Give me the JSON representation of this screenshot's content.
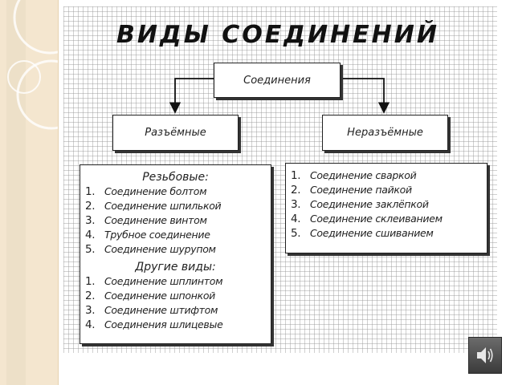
{
  "title": "ВИДЫ СОЕДИНЕНИЙ",
  "root": "Соединения",
  "left": {
    "label": "Разъёмные",
    "sections": [
      {
        "heading": "Резьбовые:",
        "items": [
          {
            "num": "1.",
            "text": "Соединение болтом"
          },
          {
            "num": "2.",
            "text": "Соединение шпилькой"
          },
          {
            "num": "3.",
            "text": "Соединение винтом"
          },
          {
            "num": "4.",
            "text": "Трубное соединение"
          },
          {
            "num": "5.",
            "text": "Соединение шурупом"
          }
        ]
      },
      {
        "heading": "Другие виды:",
        "items": [
          {
            "num": "1.",
            "text": "Соединение шплинтом"
          },
          {
            "num": "2.",
            "text": "Соединение шпонкой"
          },
          {
            "num": "3.",
            "text": "Соединение штифтом"
          },
          {
            "num": "4.",
            "text": "Соединения шлицевые"
          }
        ]
      }
    ]
  },
  "right": {
    "label": "Неразъёмные",
    "items": [
      {
        "num": "1.",
        "text": "Соединение сваркой"
      },
      {
        "num": "2.",
        "text": "Соединение пайкой"
      },
      {
        "num": "3.",
        "text": "Соединение заклёпкой"
      },
      {
        "num": "4.",
        "text": "Соединение склеиванием"
      },
      {
        "num": "5.",
        "text": "Соединение сшиванием"
      }
    ]
  },
  "speaker_icon": "speaker-icon",
  "colors": {
    "side_band": "#f4e6cf",
    "grid_line": "#969696",
    "border": "#222222"
  }
}
